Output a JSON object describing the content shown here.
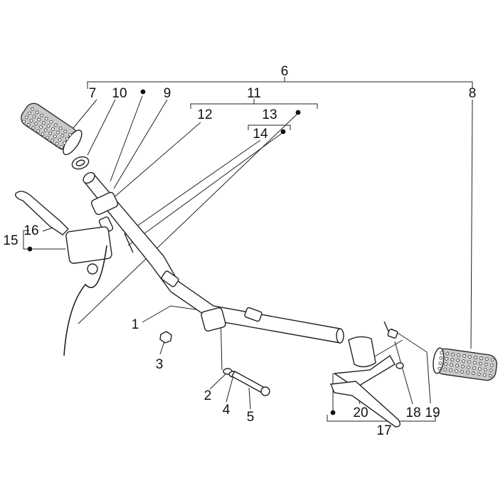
{
  "callouts": [
    {
      "id": "6",
      "text": "6"
    },
    {
      "id": "7",
      "text": "7"
    },
    {
      "id": "10",
      "text": "10"
    },
    {
      "id": "9",
      "text": "9"
    },
    {
      "id": "11",
      "text": "11"
    },
    {
      "id": "8",
      "text": "8"
    },
    {
      "id": "12",
      "text": "12"
    },
    {
      "id": "13",
      "text": "13"
    },
    {
      "id": "14",
      "text": "14"
    },
    {
      "id": "15",
      "text": "15"
    },
    {
      "id": "16",
      "text": "16"
    },
    {
      "id": "1",
      "text": "1"
    },
    {
      "id": "3",
      "text": "3"
    },
    {
      "id": "2",
      "text": "2"
    },
    {
      "id": "4",
      "text": "4"
    },
    {
      "id": "5",
      "text": "5"
    },
    {
      "id": "20",
      "text": "20"
    },
    {
      "id": "18",
      "text": "18"
    },
    {
      "id": "19",
      "text": "19"
    },
    {
      "id": "17",
      "text": "17"
    }
  ],
  "colors": {
    "line": "#222222",
    "grip_fill": "#c9c9c9",
    "background": "#ffffff"
  }
}
